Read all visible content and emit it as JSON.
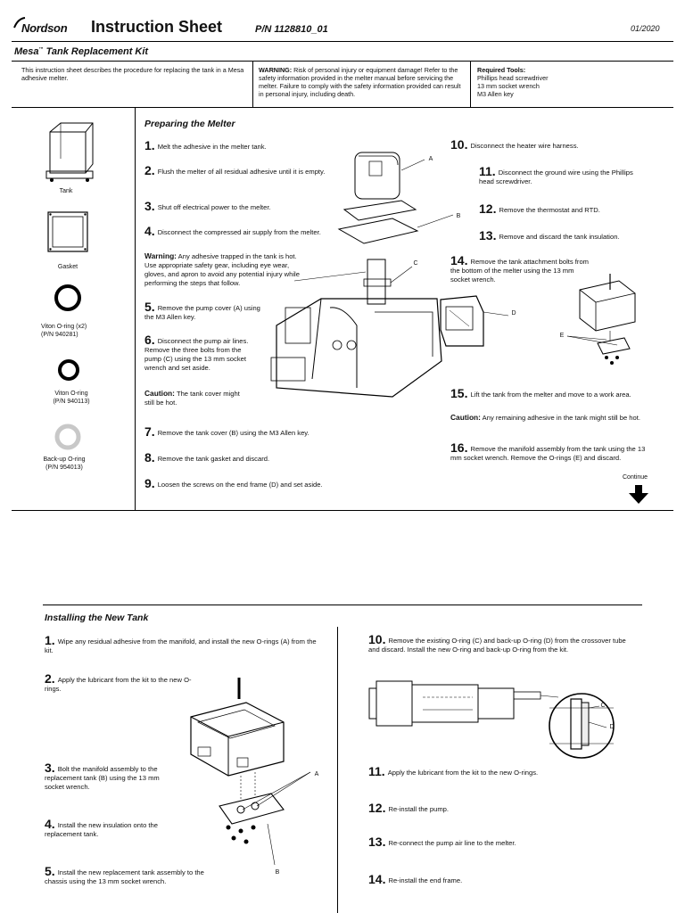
{
  "header": {
    "logo_text": "Nordson",
    "title": "Instruction Sheet",
    "part_number": "P/N 1128810_01",
    "date": "01/2020",
    "kit_title_main": "Mesa",
    "kit_title_tm": "™",
    "kit_title_rest": " Tank Replacement Kit"
  },
  "intro": {
    "description": "This instruction sheet describes the procedure for replacing the tank in a Mesa adhesive melter.",
    "warning_label": "WARNING:",
    "warning_text": " Risk of personal injury or equipment damage! Refer to the safety information provided in the melter manual before servicing the melter. Failure to comply with the safety information provided can result in personal injury, including death.",
    "tools_title": "Required Tools:",
    "tools": [
      "Phillips head screwdriver",
      "13 mm socket wrench",
      "M3 Allen key"
    ]
  },
  "parts": {
    "tank": "Tank",
    "gasket": "Gasket",
    "viton_oring_x2_name": "Viton O-ring  (x2)",
    "viton_oring_x2_pn": "(P/N 940281)",
    "viton_oring_name": "Viton O-ring",
    "viton_oring_pn": "(P/N 940113)",
    "backup_oring_name": "Back-up O-ring",
    "backup_oring_pn": "(P/N 954013)"
  },
  "preparing": {
    "title": "Preparing the Melter",
    "steps": [
      {
        "n": "1.",
        "text": "Melt the adhesive in the melter tank."
      },
      {
        "n": "2.",
        "text": "Flush the melter of all residual adhesive until it is empty."
      },
      {
        "n": "3.",
        "text": "Shut off electrical power to the melter."
      },
      {
        "n": "4.",
        "text": "Disconnect the compressed air supply from the melter."
      },
      {
        "n": "5.",
        "text": "Remove the pump cover (A) using the M3 Allen key."
      },
      {
        "n": "6.",
        "text": "Disconnect the pump air lines. Remove the three bolts from the pump (C) using the 13 mm socket wrench and set aside."
      },
      {
        "n": "7.",
        "text": "Remove the tank cover (B) using the M3 Allen key."
      },
      {
        "n": "8.",
        "text": "Remove the tank gasket and discard."
      },
      {
        "n": "9.",
        "text": "Loosen the screws on the end frame (D) and set aside."
      },
      {
        "n": "10.",
        "text": "Disconnect the heater wire harness."
      },
      {
        "n": "11.",
        "text": "Disconnect the ground wire using the Phillips head screwdriver."
      },
      {
        "n": "12.",
        "text": "Remove the thermostat and RTD."
      },
      {
        "n": "13.",
        "text": "Remove and discard the tank insulation."
      },
      {
        "n": "14.",
        "text": "Remove the tank attachment bolts from the bottom of the melter using the 13 mm socket wrench."
      },
      {
        "n": "15.",
        "text": "Lift the tank from the melter and move to a work area."
      },
      {
        "n": "16.",
        "text": "Remove the manifold assembly from the tank using the 13 mm socket wrench. Remove the O-rings (E) and discard."
      }
    ],
    "warning_label": "Warning:",
    "warning_text": " Any adhesive trapped in the tank is hot. Use appropriate safety gear, including eye wear, gloves, and apron to avoid any potential injury while performing the steps that follow.",
    "caution6_label": "Caution:",
    "caution6_text": "  The tank cover might still be hot.",
    "caution15_label": "Caution:",
    "caution15_text": "  Any remaining adhesive in the tank might still be hot.",
    "continue": "Continue",
    "callouts": {
      "a": "A",
      "b": "B",
      "c": "C",
      "d": "D",
      "e": "E"
    }
  },
  "installing": {
    "title": "Installing the New Tank",
    "steps": [
      {
        "n": "1.",
        "text": "Wipe any residual adhesive from the manifold, and install the new O-rings (A) from the kit."
      },
      {
        "n": "2.",
        "text": "Apply the lubricant from the kit to the new O-rings."
      },
      {
        "n": "3.",
        "text": "Bolt the manifold assembly to the replacement tank (B) using the 13 mm socket wrench."
      },
      {
        "n": "4.",
        "text": "Install the new insulation onto the replacement tank."
      },
      {
        "n": "5.",
        "text": "Install the new replacement tank assembly to the chassis using the 13 mm socket wrench."
      },
      {
        "n": "10.",
        "text": "Remove the existing O-ring (C) and back-up O-ring (D) from the crossover tube and discard. Install the new O-ring and back-up O-ring from the kit."
      },
      {
        "n": "11.",
        "text": "Apply the lubricant from the kit to the new O-rings."
      },
      {
        "n": "12.",
        "text": "Re-install the pump."
      },
      {
        "n": "13.",
        "text": "Re-connect the pump air line to the melter."
      },
      {
        "n": "14.",
        "text": "Re-install the end frame."
      }
    ],
    "callouts": {
      "a": "A",
      "b": "B",
      "c": "C",
      "d": "D"
    }
  }
}
